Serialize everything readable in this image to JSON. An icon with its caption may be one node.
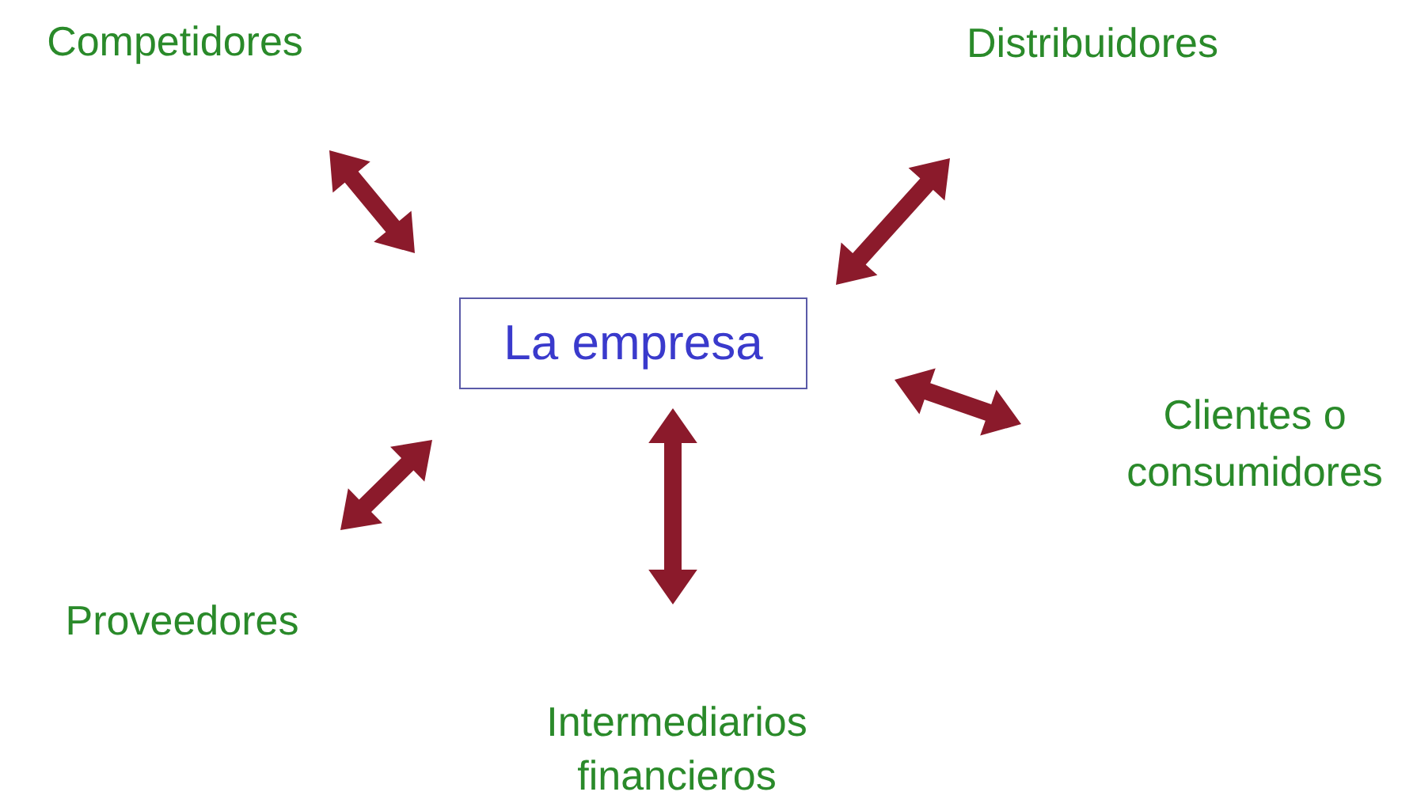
{
  "diagram": {
    "nodes": [
      {
        "text": [
          "La empresa"
        ]
      },
      {
        "text": [
          "Competidores"
        ]
      },
      {
        "text": [
          "Distribuidores"
        ]
      },
      {
        "text": [
          "Clientes o consumidores"
        ]
      },
      {
        "text": [
          "Proveedores"
        ]
      },
      {
        "text": [
          "Intermediarios financieros"
        ]
      }
    ],
    "edges": [
      {
        "from": 0,
        "to": 1,
        "arrow": "both"
      },
      {
        "from": 0,
        "to": 2,
        "arrow": "both"
      },
      {
        "from": 0,
        "to": 3,
        "arrow": "both"
      },
      {
        "from": 0,
        "to": 4,
        "arrow": "both"
      },
      {
        "from": 0,
        "to": 5,
        "arrow": "both"
      }
    ]
  }
}
